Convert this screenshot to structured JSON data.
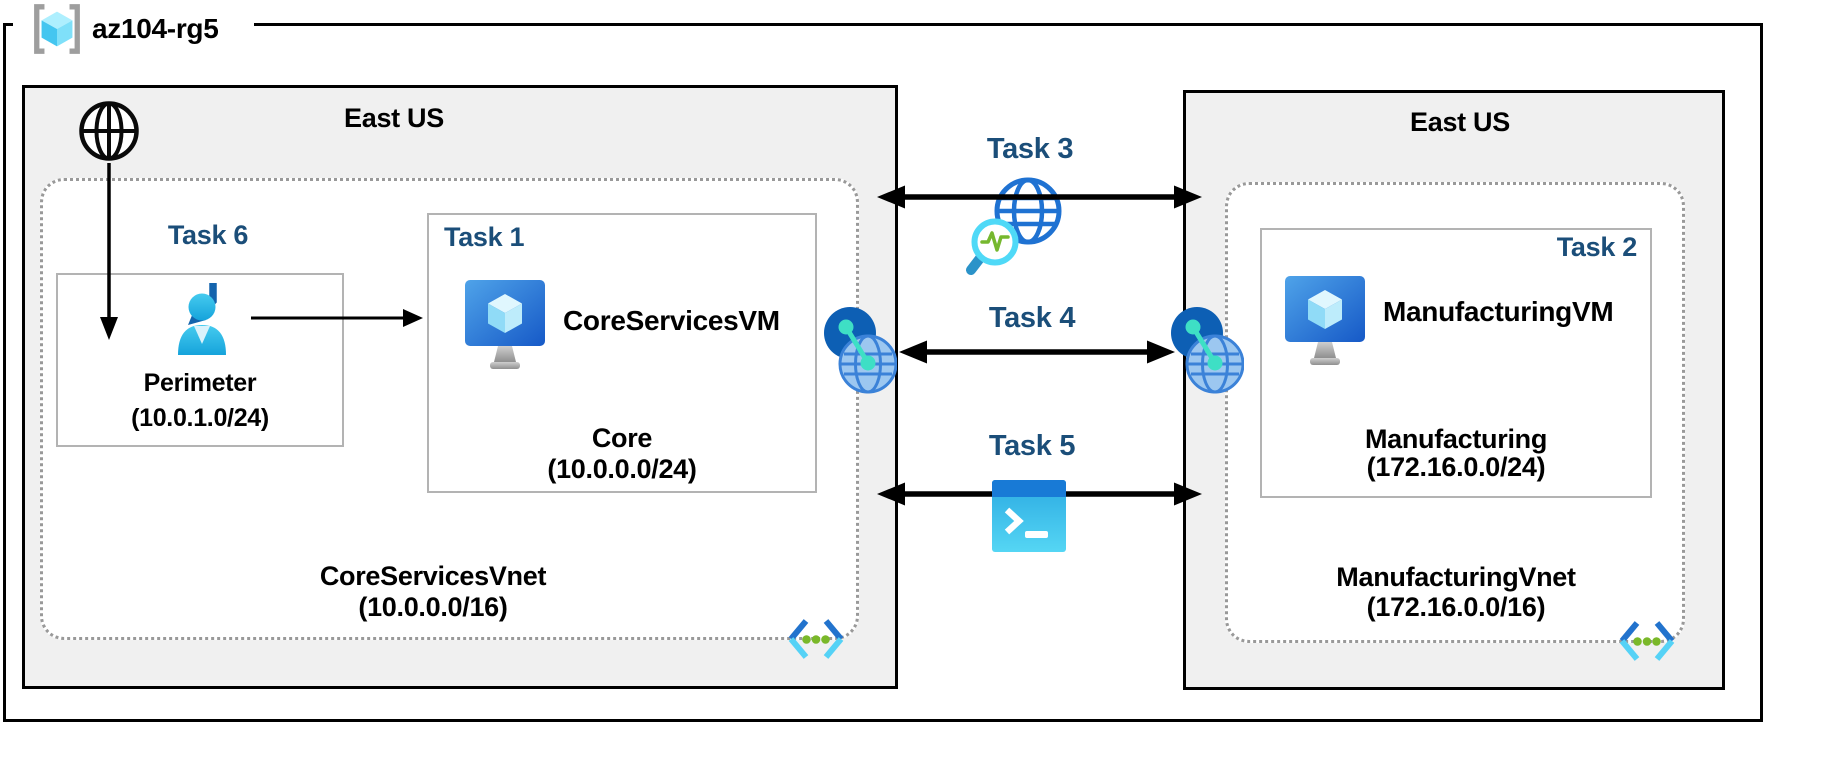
{
  "resource_group": {
    "name": "az104-rg5",
    "icon": "resource-group-icon"
  },
  "left_region": {
    "location": "East US",
    "internet_icon": "internet-globe-icon",
    "task6_label": "Task 6",
    "perimeter_subnet": {
      "name": "Perimeter",
      "cidr": "(10.0.1.0/24)",
      "icon": "user-signin-icon"
    },
    "task1": {
      "label": "Task 1",
      "vm_name": "CoreServicesVM",
      "vm_icon": "virtual-machine-icon",
      "subnet_name": "Core",
      "subnet_cidr": "(10.0.0.0/24)"
    },
    "vnet": {
      "name": "CoreServicesVnet",
      "cidr": "(10.0.0.0/16)",
      "icon": "virtual-network-icon"
    },
    "peering_icon": "vnet-peering-icon"
  },
  "right_region": {
    "location": "East US",
    "task2": {
      "label": "Task 2",
      "vm_name": "ManufacturingVM",
      "vm_icon": "virtual-machine-icon",
      "subnet_name": "Manufacturing",
      "subnet_cidr": "(172.16.0.0/24)"
    },
    "vnet": {
      "name": "ManufacturingVnet",
      "cidr": "(172.16.0.0/16)",
      "icon": "virtual-network-icon"
    },
    "peering_icon": "vnet-peering-icon"
  },
  "connections": {
    "task3": {
      "label": "Task 3",
      "icon": "network-watcher-icon"
    },
    "task4": {
      "label": "Task 4",
      "icon": "vnet-peering-icon"
    },
    "task5": {
      "label": "Task 5",
      "icon": "cloud-shell-icon"
    }
  },
  "colors": {
    "task_label": "#1B4E79",
    "region_fill": "#F0F0F0",
    "region_border": "#000000",
    "dotted_border": "#999999",
    "subnet_box_border": "#B3B3B3",
    "arrow": "#000000",
    "azure_blue": "#1F72D2",
    "azure_dark_blue": "#0D5FB4",
    "cyan": "#55D2F6",
    "teal": "#3EDFC5",
    "green_dot": "#7AB829",
    "pulse_green": "#76B82F",
    "vm_gradient_start": "#4FA3E9",
    "vm_gradient_end": "#1659C7"
  }
}
